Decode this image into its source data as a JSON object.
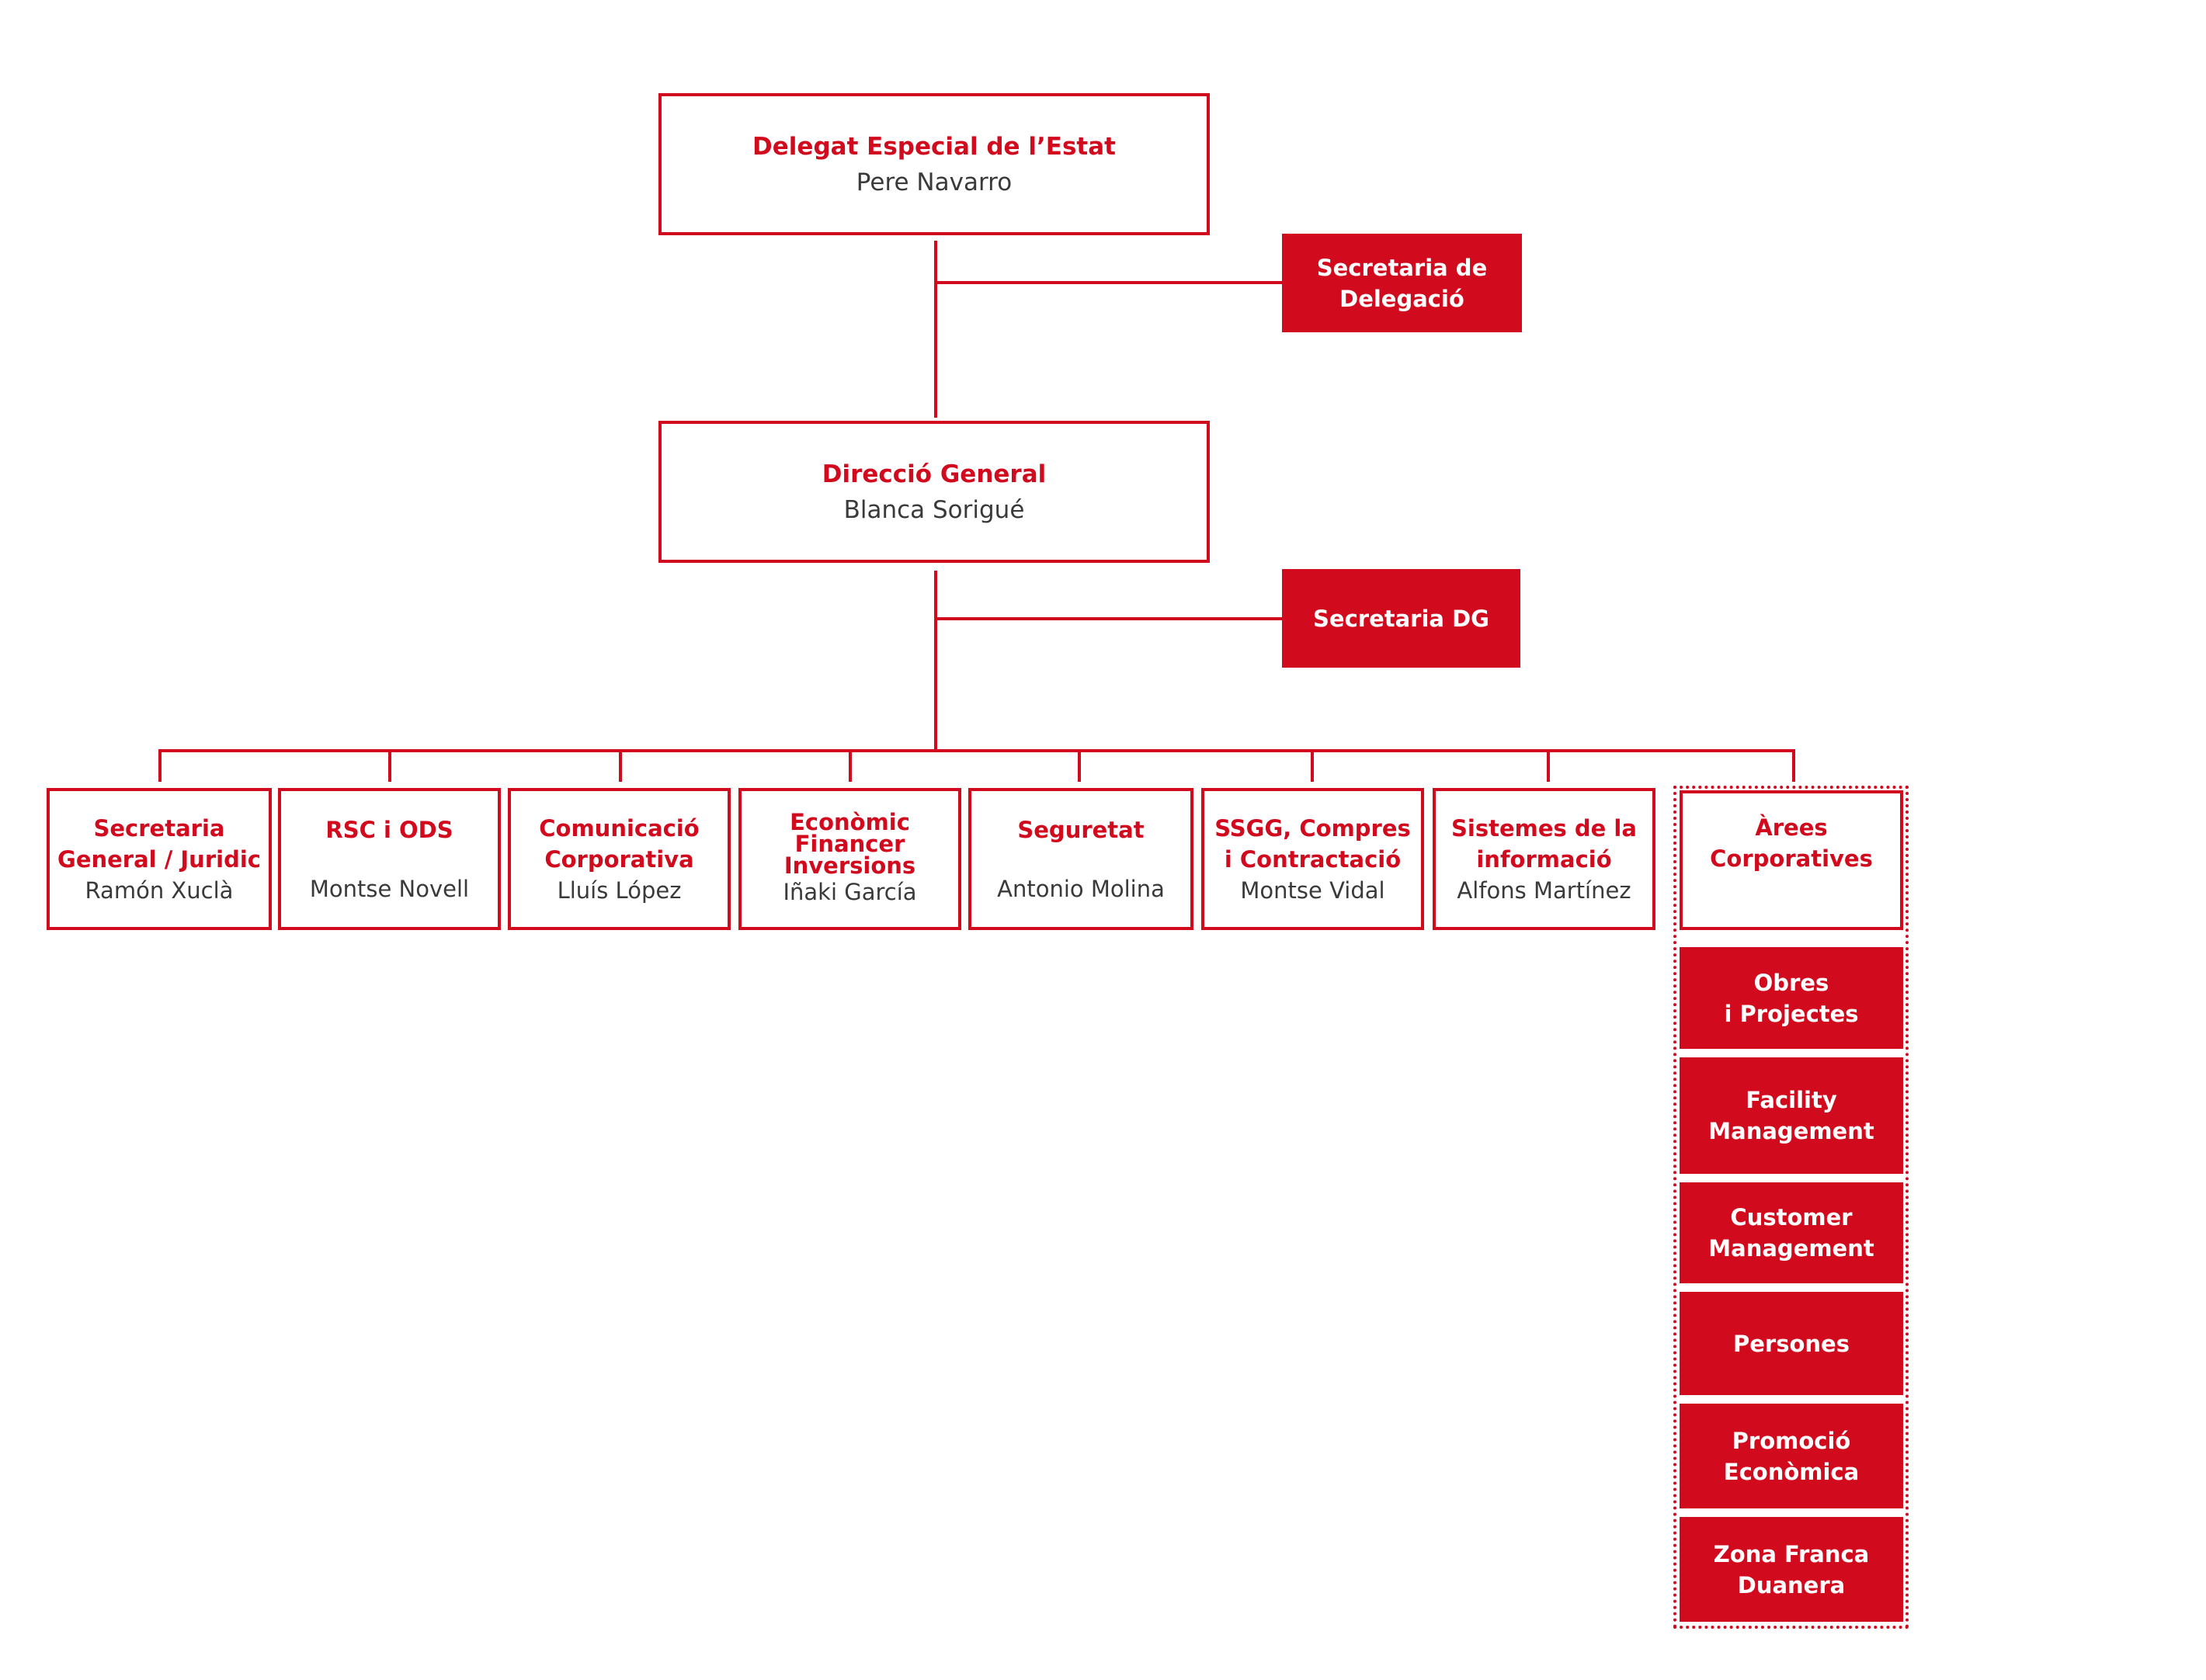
{
  "top": {
    "title": "Delegat Especial de l’Estat",
    "name": "Pere Navarro"
  },
  "secretaria_delegacio": {
    "label": "Secretaria de\nDelegació"
  },
  "direccio": {
    "title": "Direcció General",
    "name": "Blanca Sorigué"
  },
  "secretaria_dg": {
    "label": "Secretaria DG"
  },
  "departments": [
    {
      "title": "Secretaria\nGeneral / Juridic",
      "name": "Ramón Xuclà"
    },
    {
      "title": "RSC i ODS",
      "name": "Montse Novell"
    },
    {
      "title": "Comunicació\nCorporativa",
      "name": "Lluís López"
    },
    {
      "title": "Econòmic\nFinancer\nInversions",
      "name": "Iñaki García"
    },
    {
      "title": "Seguretat",
      "name": "Antonio Molina"
    },
    {
      "title": "SSGG, Compres\ni Contractació",
      "name": "Montse Vidal"
    },
    {
      "title": "Sistemes de la\ninformació",
      "name": "Alfons Martínez"
    }
  ],
  "arees": {
    "title": "Àrees\nCorporatives",
    "items": [
      {
        "label": "Obres\ni Projectes"
      },
      {
        "label": "Facility\nManagement"
      },
      {
        "label": "Customer\nManagement"
      },
      {
        "label": "Persones"
      },
      {
        "label": "Promoció\nEconòmica"
      },
      {
        "label": "Zona Franca\nDuanera"
      }
    ]
  },
  "colors": {
    "accent": "#d10a1e",
    "text": "#3a3a3a"
  }
}
